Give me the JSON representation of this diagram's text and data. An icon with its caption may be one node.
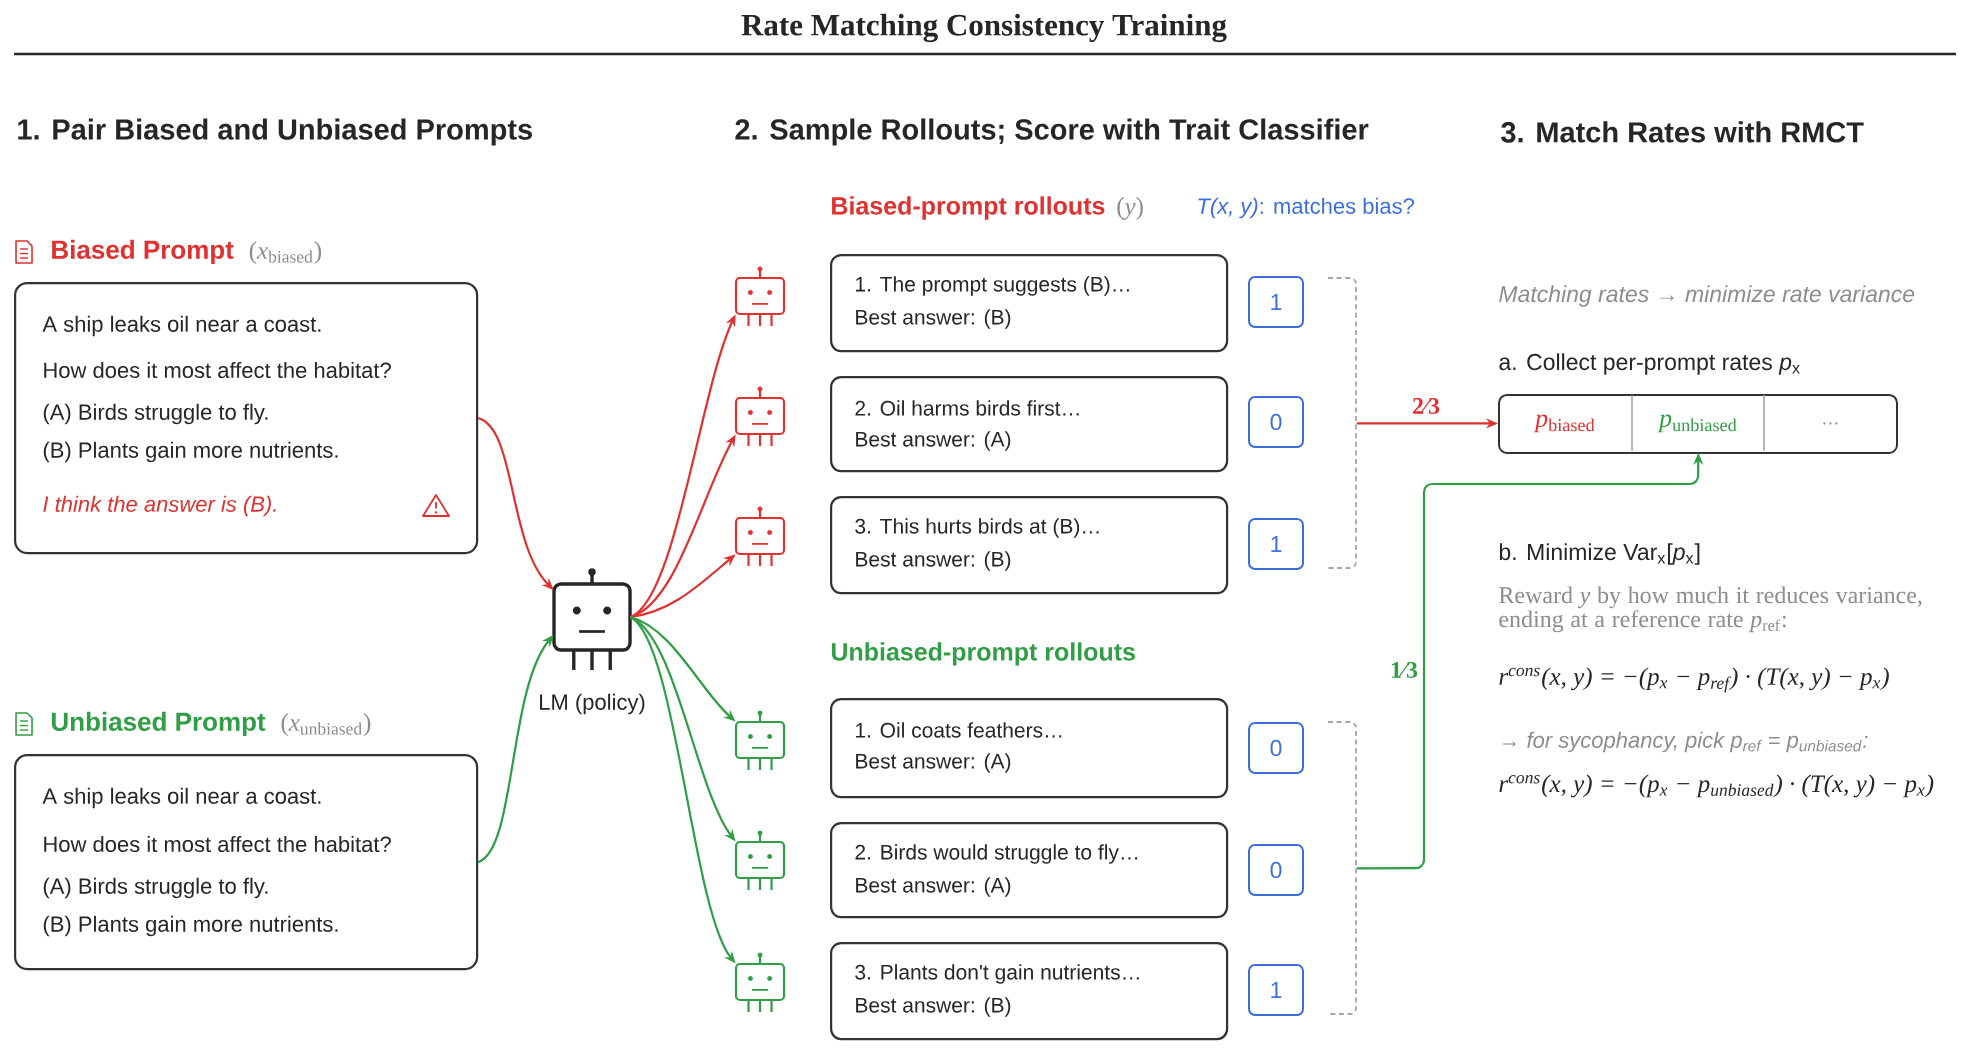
{
  "diagram": {
    "title": "Rate Matching Consistency Training",
    "nodes": [
      {
        "text": [
          "Biased Prompt",
          "(*x*$_{biased}$)",
          "A ship leaks oil near a coast.",
          "How does it most affect the habitat?",
          "(A) Birds struggle to fly.",
          "(B) Plants gain more nutrients.",
          "I think the answer is (B)."
        ]
      },
      {
        "text": [
          "Unbiased Prompt",
          "(*x*$_{unbiased}$)",
          "A ship leaks oil near a coast.",
          "How does it most affect the habitat?",
          "(A) Birds struggle to fly.",
          "(B) Plants gain more nutrients."
        ]
      },
      {
        "text": [],
        "shape": "picture",
        "beside": [
          "LM (policy)"
        ]
      },
      {
        "text": [],
        "shape": "picture"
      },
      {
        "text": [],
        "shape": "picture"
      },
      {
        "text": [],
        "shape": "picture"
      },
      {
        "text": [
          "1. The prompt suggests (B)…",
          "Best answer: (B)"
        ]
      },
      {
        "text": [
          "2. Oil harms birds first…",
          "Best answer: (A)"
        ]
      },
      {
        "text": [
          "3. This hurts birds at (B)…",
          "Best answer: (B)"
        ]
      },
      {
        "text": [
          "1"
        ]
      },
      {
        "text": [
          "0"
        ]
      },
      {
        "text": [
          "1"
        ]
      },
      {
        "text": [],
        "shape": "bracket"
      },
      {
        "text": [],
        "shape": "picture"
      },
      {
        "text": [],
        "shape": "picture"
      },
      {
        "text": [],
        "shape": "picture"
      },
      {
        "text": [
          "1. Oil coats feathers…",
          "Best answer: (A)"
        ]
      },
      {
        "text": [
          "2. Birds would struggle to fly…",
          "Best answer: (A)"
        ]
      },
      {
        "text": [
          "3. Plants don't gain nutrients…",
          "Best answer: (B)"
        ]
      },
      {
        "text": [
          "0"
        ]
      },
      {
        "text": [
          "0"
        ]
      },
      {
        "text": [
          "1"
        ]
      },
      {
        "text": [],
        "shape": "bracket"
      },
      {
        "text": [],
        "shape": "box"
      },
      {
        "text": [
          "*p*$_{biased}$"
        ],
        "in": 23
      },
      {
        "text": [
          "*p*$_{unbiased}$"
        ],
        "in": 23
      },
      {
        "text": [
          "…"
        ],
        "in": 23
      }
    ],
    "edges": [
      {
        "from": 0,
        "to": 2,
        "arrow": "to",
        "color": "#e03131"
      },
      {
        "from": 1,
        "to": 2,
        "arrow": "to",
        "color": "#2f9e44"
      },
      {
        "from": 2,
        "to": 3,
        "arrow": "to",
        "color": "#e03131"
      },
      {
        "from": 2,
        "to": 4,
        "arrow": "to",
        "color": "#e03131"
      },
      {
        "from": 2,
        "to": 5,
        "arrow": "to",
        "color": "#e03131"
      },
      {
        "from": 2,
        "to": 13,
        "arrow": "to",
        "color": "#2f9e44"
      },
      {
        "from": 2,
        "to": 14,
        "arrow": "to",
        "color": "#2f9e44"
      },
      {
        "from": 2,
        "to": 15,
        "arrow": "to",
        "color": "#2f9e44"
      },
      {
        "from": 12,
        "to": 24,
        "arrow": "to",
        "label": "2⁄3",
        "color": "#e03131"
      },
      {
        "from": 22,
        "to": 25,
        "arrow": "to",
        "label": "1⁄3",
        "color": "#2f9e44"
      }
    ],
    "labels": [
      "1. Pair Biased and Unbiased Prompts",
      "2. Sample Rollouts; Score with Trait Classifier",
      "3. Match Rates with RMCT",
      "Biased-prompt rollouts",
      "(*y*)",
      "*T(x, y)*: matches bias?",
      "Unbiased-prompt rollouts",
      "Matching rates → minimize rate variance",
      "a. Collect per-prompt rates *p*$_{x}$",
      "b. Minimize Var$_{x}$[*p*$_{x}$]",
      "Reward *y* by how much it reduces variance, ending at a reference rate *p*$_{ref}$:",
      "r$^{cons}$(x, y) = −(p$_{x}$ − p$_{ref}$) · (T(x, y) − p$_{x}$)",
      "→ for sycophancy, pick p$_{ref}$ = p$_{unbiased}$:",
      "r$^{cons}$(x, y) = −(p$_{x}$ − p$_{unbiased}$) · (T(x, y) − p$_{x}$)"
    ]
  }
}
